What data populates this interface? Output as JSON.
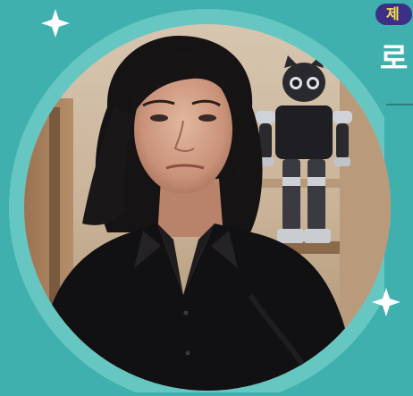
{
  "header": {
    "badge_text": "제",
    "title_text": "로"
  },
  "image": {
    "subject": "portrait-photo",
    "icon_names": [
      "sparkle-icon",
      "sparkle-icon"
    ]
  },
  "colors": {
    "background": "#3fb0ad",
    "ring": "#66c6c2",
    "badge": "#3b2f86",
    "badge_text": "#ffe14d",
    "title_text": "#ffffff"
  }
}
